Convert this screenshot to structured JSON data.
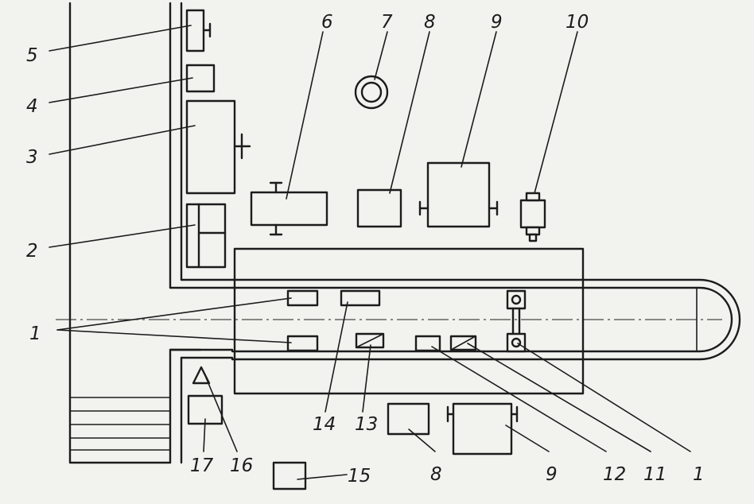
{
  "labels": {
    "n1a": "1",
    "n1b": "1",
    "n2": "2",
    "n3": "3",
    "n4": "4",
    "n5": "5",
    "n6": "6",
    "n7": "7",
    "n8a": "8",
    "n8b": "8",
    "n9a": "9",
    "n9b": "9",
    "n10": "10",
    "n11": "11",
    "n12": "12",
    "n13": "13",
    "n14": "14",
    "n15": "15",
    "n16": "16",
    "n17": "17"
  },
  "colors": {
    "ink": "#1c1c1c",
    "paper": "#f2f2ef"
  }
}
